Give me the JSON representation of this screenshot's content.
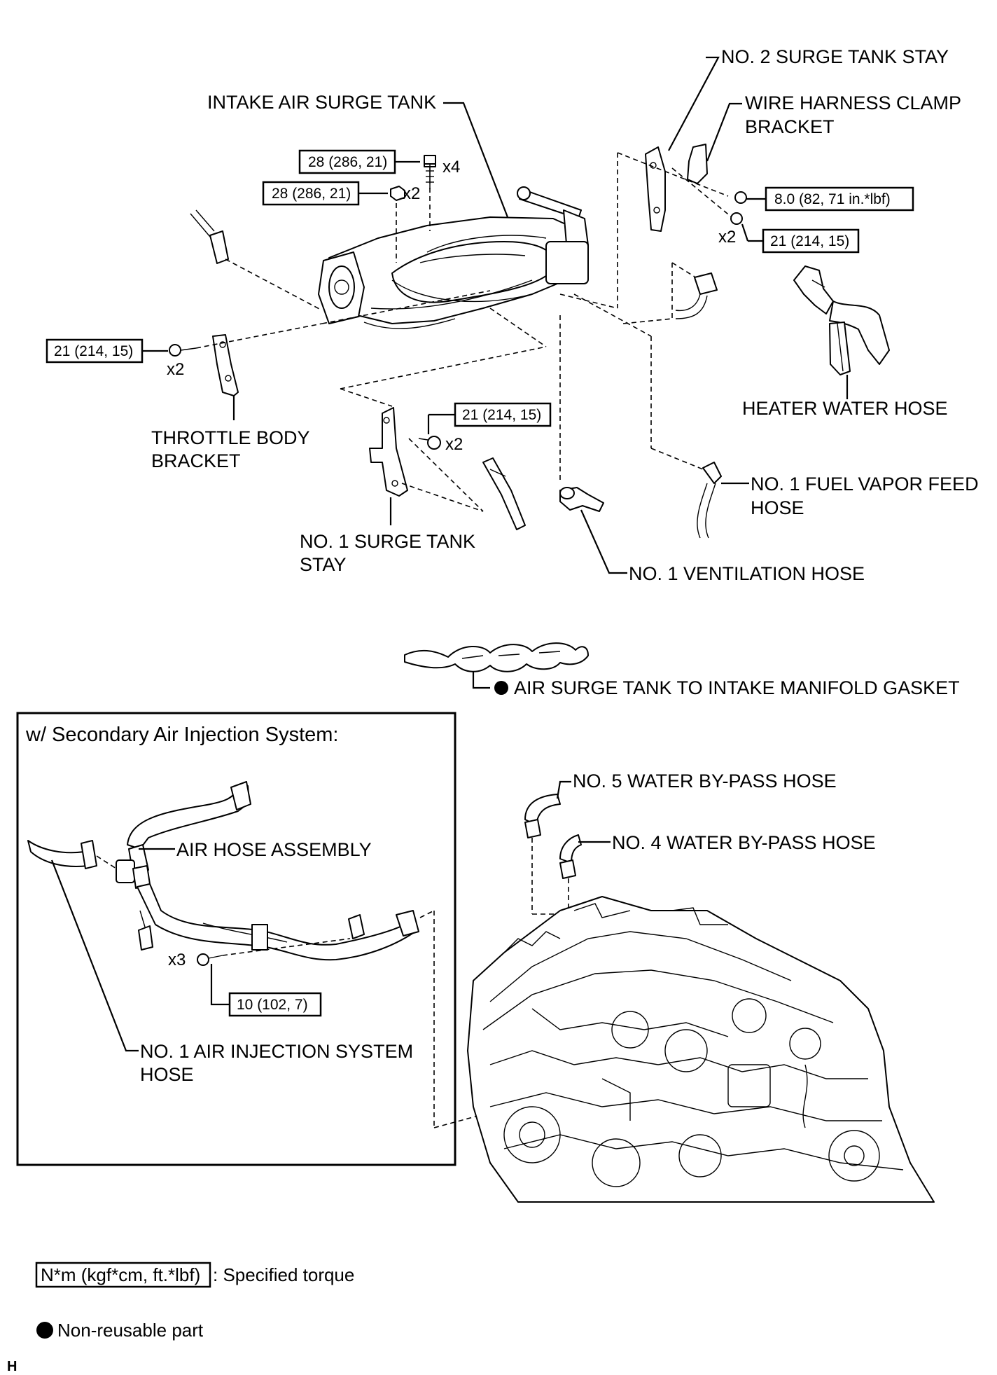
{
  "labels": {
    "surge_tank": "INTAKE AIR SURGE TANK",
    "no2_stay": "NO. 2 SURGE TANK STAY",
    "clamp_bracket_1": "WIRE HARNESS CLAMP",
    "clamp_bracket_2": "BRACKET",
    "heater_hose": "HEATER WATER HOSE",
    "throttle_bracket_1": "THROTTLE BODY",
    "throttle_bracket_2": "BRACKET",
    "no1_stay_1": "NO. 1 SURGE TANK",
    "no1_stay_2": "STAY",
    "fuel_vapor_1": "NO. 1 FUEL VAPOR FEED",
    "fuel_vapor_2": "HOSE",
    "ventilation_hose": "NO. 1 VENTILATION HOSE",
    "gasket": "AIR SURGE TANK TO INTAKE MANIFOLD GASKET",
    "no5_bypass": "NO. 5 WATER BY-PASS HOSE",
    "no4_bypass": "NO. 4 WATER BY-PASS HOSE",
    "air_hose_assy": "AIR HOSE ASSEMBLY",
    "air_inj_hose_1": "NO. 1 AIR INJECTION SYSTEM",
    "air_inj_hose_2": "HOSE"
  },
  "torques": {
    "t_bolt_x4": "28 (286, 21)",
    "t_nut_x2": "28 (286, 21)",
    "t_clamp": "8.0 (82, 71 in.*lbf)",
    "t_no2_stay": "21 (214, 15)",
    "t_throttle": "21 (214, 15)",
    "t_no1_stay": "21 (214, 15)",
    "t_air_hose": "10 (102, 7)"
  },
  "quantities": {
    "q_bolt": "x4",
    "q_nut": "x2",
    "q_no2_stay": "x2",
    "q_throttle": "x2",
    "q_no1_stay": "x2",
    "q_air_hose": "x3"
  },
  "inset": {
    "title": "w/ Secondary Air Injection System:"
  },
  "legend": {
    "torque_box": "N*m (kgf*cm, ft.*lbf)",
    "torque_desc": ": Specified torque",
    "nonreusable": "Non-reusable part"
  },
  "footer_code": "H"
}
